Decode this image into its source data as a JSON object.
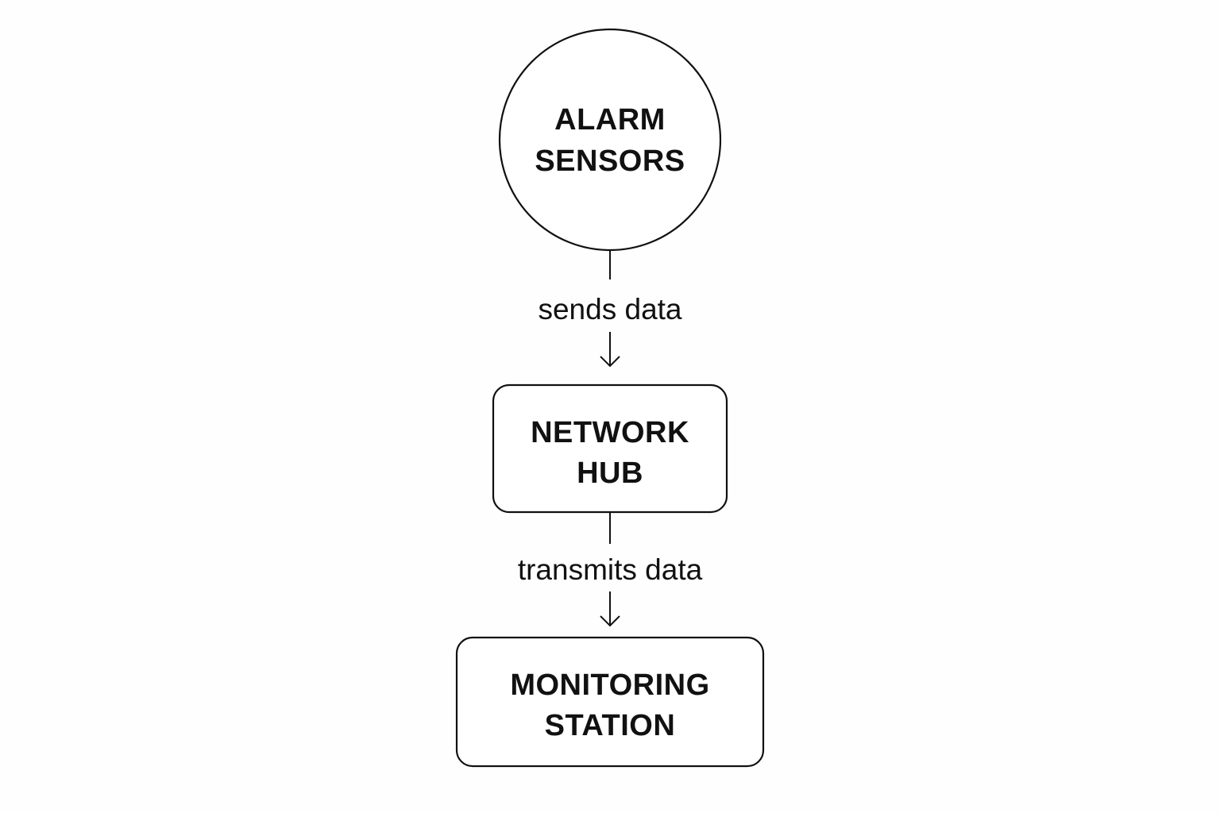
{
  "nodes": {
    "sensors": {
      "line1": "ALARM",
      "line2": "SENSORS"
    },
    "hub": {
      "line1": "NETWORK",
      "line2": "HUB"
    },
    "station": {
      "line1": "MONITORING",
      "line2": "STATION"
    }
  },
  "edges": {
    "sensors_to_hub": {
      "label": "sends data"
    },
    "hub_to_station": {
      "label": "transmits data"
    }
  },
  "colors": {
    "stroke": "#111111",
    "background": "#ffffff"
  }
}
